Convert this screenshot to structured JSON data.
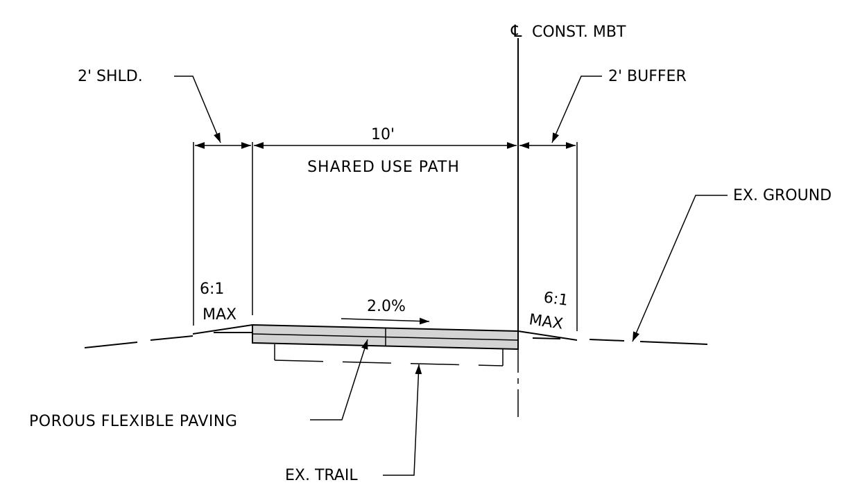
{
  "labels": {
    "centerline": "CONST. MBT",
    "shoulder": "2' SHLD.",
    "buffer": "2' BUFFER",
    "path_width": "10'",
    "path_name": "SHARED USE PATH",
    "slope_left_ratio": "6:1",
    "slope_left_max": "MAX",
    "slope_right_ratio": "6:1",
    "slope_right_max": "MAX",
    "cross_slope": "2.0%",
    "ex_ground": "EX. GROUND",
    "paving": "POROUS FLEXIBLE PAVING",
    "ex_trail": "EX. TRAIL"
  },
  "colors": {
    "line": "#000000",
    "paving_fill": "#d4d4d4",
    "background": "#ffffff"
  }
}
